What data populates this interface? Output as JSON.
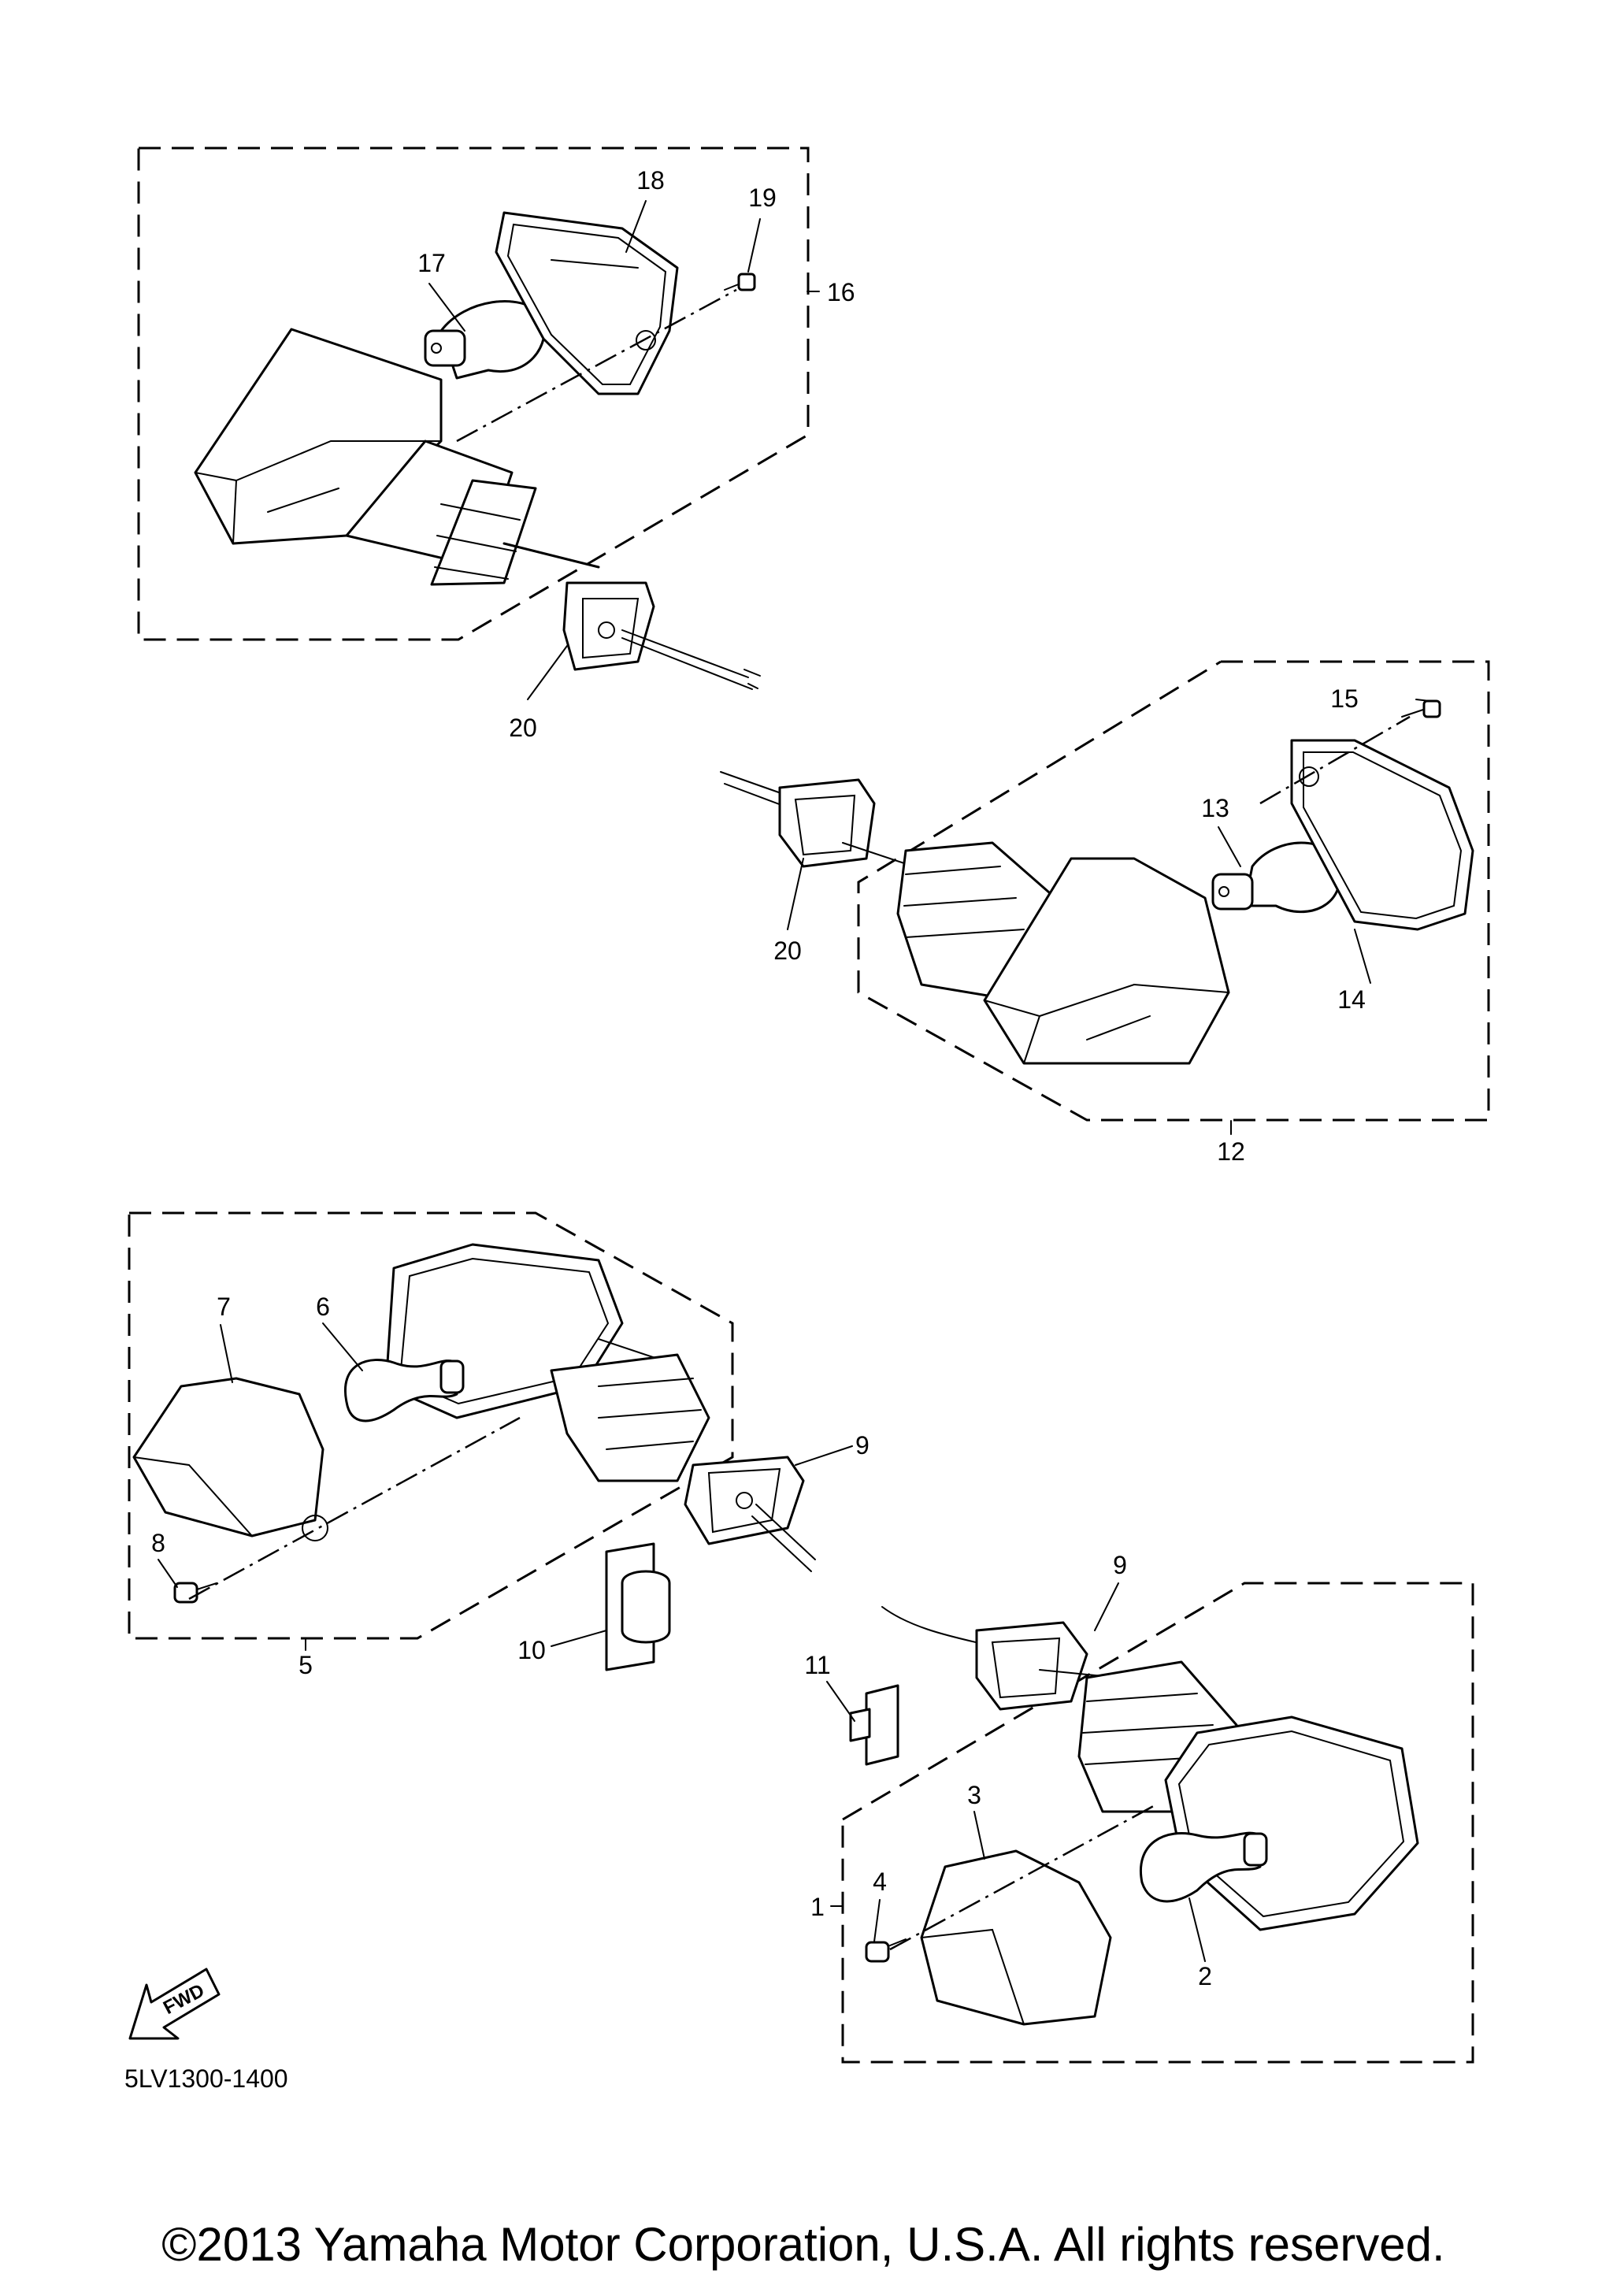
{
  "callouts": {
    "c1": "1",
    "c2": "2",
    "c3": "3",
    "c4": "4",
    "c5": "5",
    "c6": "6",
    "c7": "7",
    "c8": "8",
    "c9a": "9",
    "c9b": "9",
    "c10": "10",
    "c11": "11",
    "c12": "12",
    "c13": "13",
    "c14": "14",
    "c15": "15",
    "c16": "16",
    "c17": "17",
    "c18": "18",
    "c19": "19",
    "c20a": "20",
    "c20b": "20"
  },
  "direction_arrow": {
    "label": "FWD",
    "icon": "fwd-arrow-icon"
  },
  "diagram_code": "5LV1300-1400",
  "copyright": "©2013 Yamaha Motor Corporation, U.S.A. All rights reserved."
}
